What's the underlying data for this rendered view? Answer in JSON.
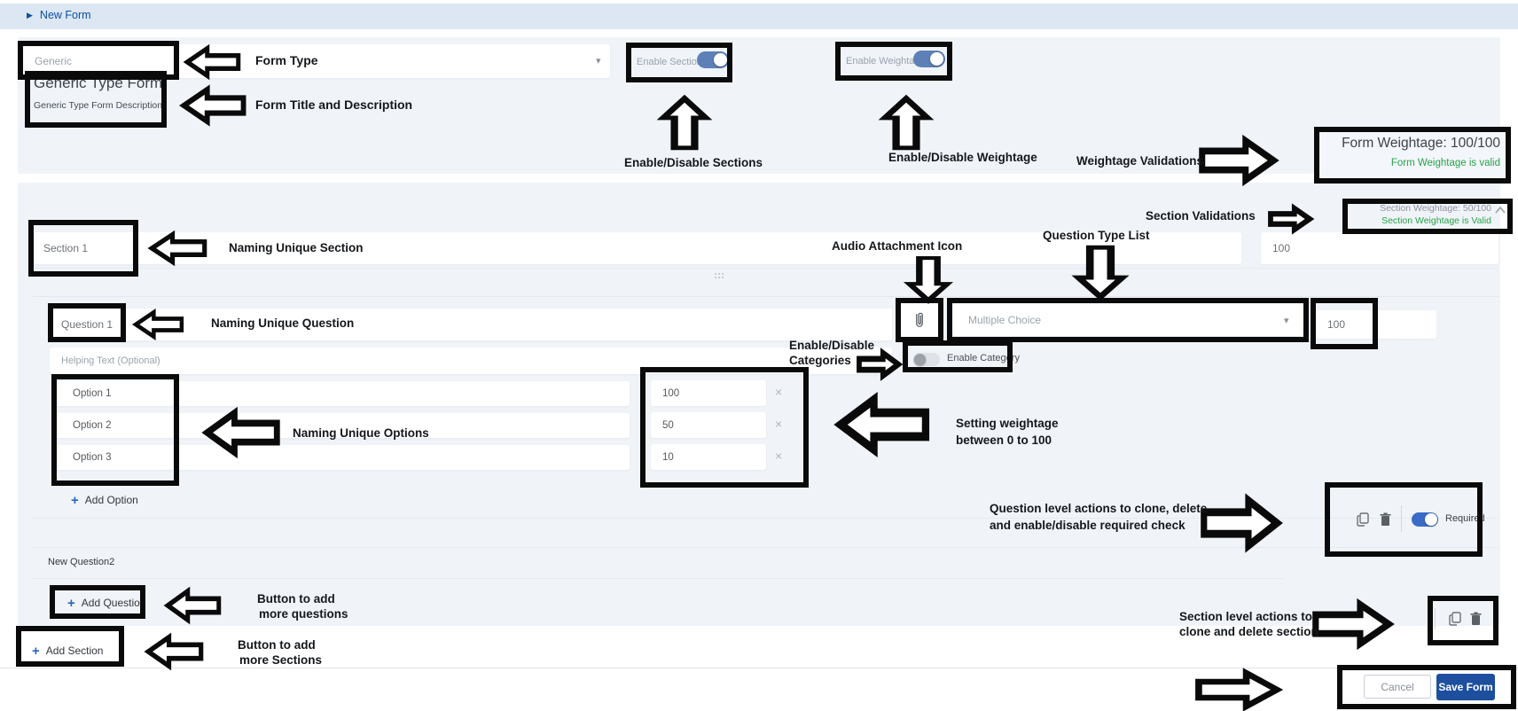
{
  "breadcrumb": {
    "label": "New Form"
  },
  "form_header": {
    "form_type_placeholder": "Generic",
    "title": "Generic Type Form",
    "description": "Generic Type Form Description",
    "enable_sections_label": "Enable Sections",
    "enable_weightage_label": "Enable Weightage",
    "weightage_summary": "Form Weightage: 100/100",
    "weightage_status": "Form Weightage is valid"
  },
  "annotations": {
    "form_type": "Form Type",
    "form_title": "Form Title and Description",
    "enable_sections": "Enable/Disable Sections",
    "enable_weightage": "Enable/Disable Weightage",
    "weightage_validations": "Weightage Validations",
    "section_validations": "Section Validations",
    "naming_section": "Naming Unique Section",
    "audio_icon": "Audio Attachment Icon",
    "question_type_list": "Question Type List",
    "naming_question": "Naming Unique Question",
    "enable_categories_1": "Enable/Disable",
    "enable_categories_2": "Categories",
    "naming_options": "Naming Unique Options",
    "weightage_setting_1": "Setting weightage",
    "weightage_setting_2": "between 0 to 100",
    "question_actions_1": "Question level actions to clone, delete",
    "question_actions_2": "and enable/disable required check",
    "add_question_1": "Button to add",
    "add_question_2": "more questions",
    "section_actions_1": "Section level actions to",
    "section_actions_2": "clone and delete section",
    "add_section_1": "Button to add",
    "add_section_2": "more Sections"
  },
  "section": {
    "validation_weightage": "Section Weightage: 50/100",
    "validation_status": "Section Weightage is Valid",
    "name_value": "Section 1",
    "weightage_value": "100",
    "question": {
      "name_value": "Question 1",
      "helping_text_placeholder": "Helping Text (Optional)",
      "type_value": "Multiple Choice",
      "weightage_value": "100",
      "enable_category_label": "Enable Category",
      "required_label": "Required",
      "options": [
        {
          "name": "Option 1",
          "weightage": "100"
        },
        {
          "name": "Option 2",
          "weightage": "50"
        },
        {
          "name": "Option 3",
          "weightage": "10"
        }
      ],
      "add_option_label": "Add Option"
    },
    "new_question_label": "New Question2",
    "add_question_label": "Add Question"
  },
  "add_section_label": "Add Section",
  "footer": {
    "cancel_label": "Cancel",
    "save_label": "Save Form"
  },
  "colors": {
    "topbar_bg": "#dce7f3",
    "card_bg": "#f0f4f9",
    "accent_blue": "#1d4f9e",
    "toggle_blue": "#5d80b6",
    "required_blue": "#3a6cc7",
    "valid_green": "#27a348"
  }
}
